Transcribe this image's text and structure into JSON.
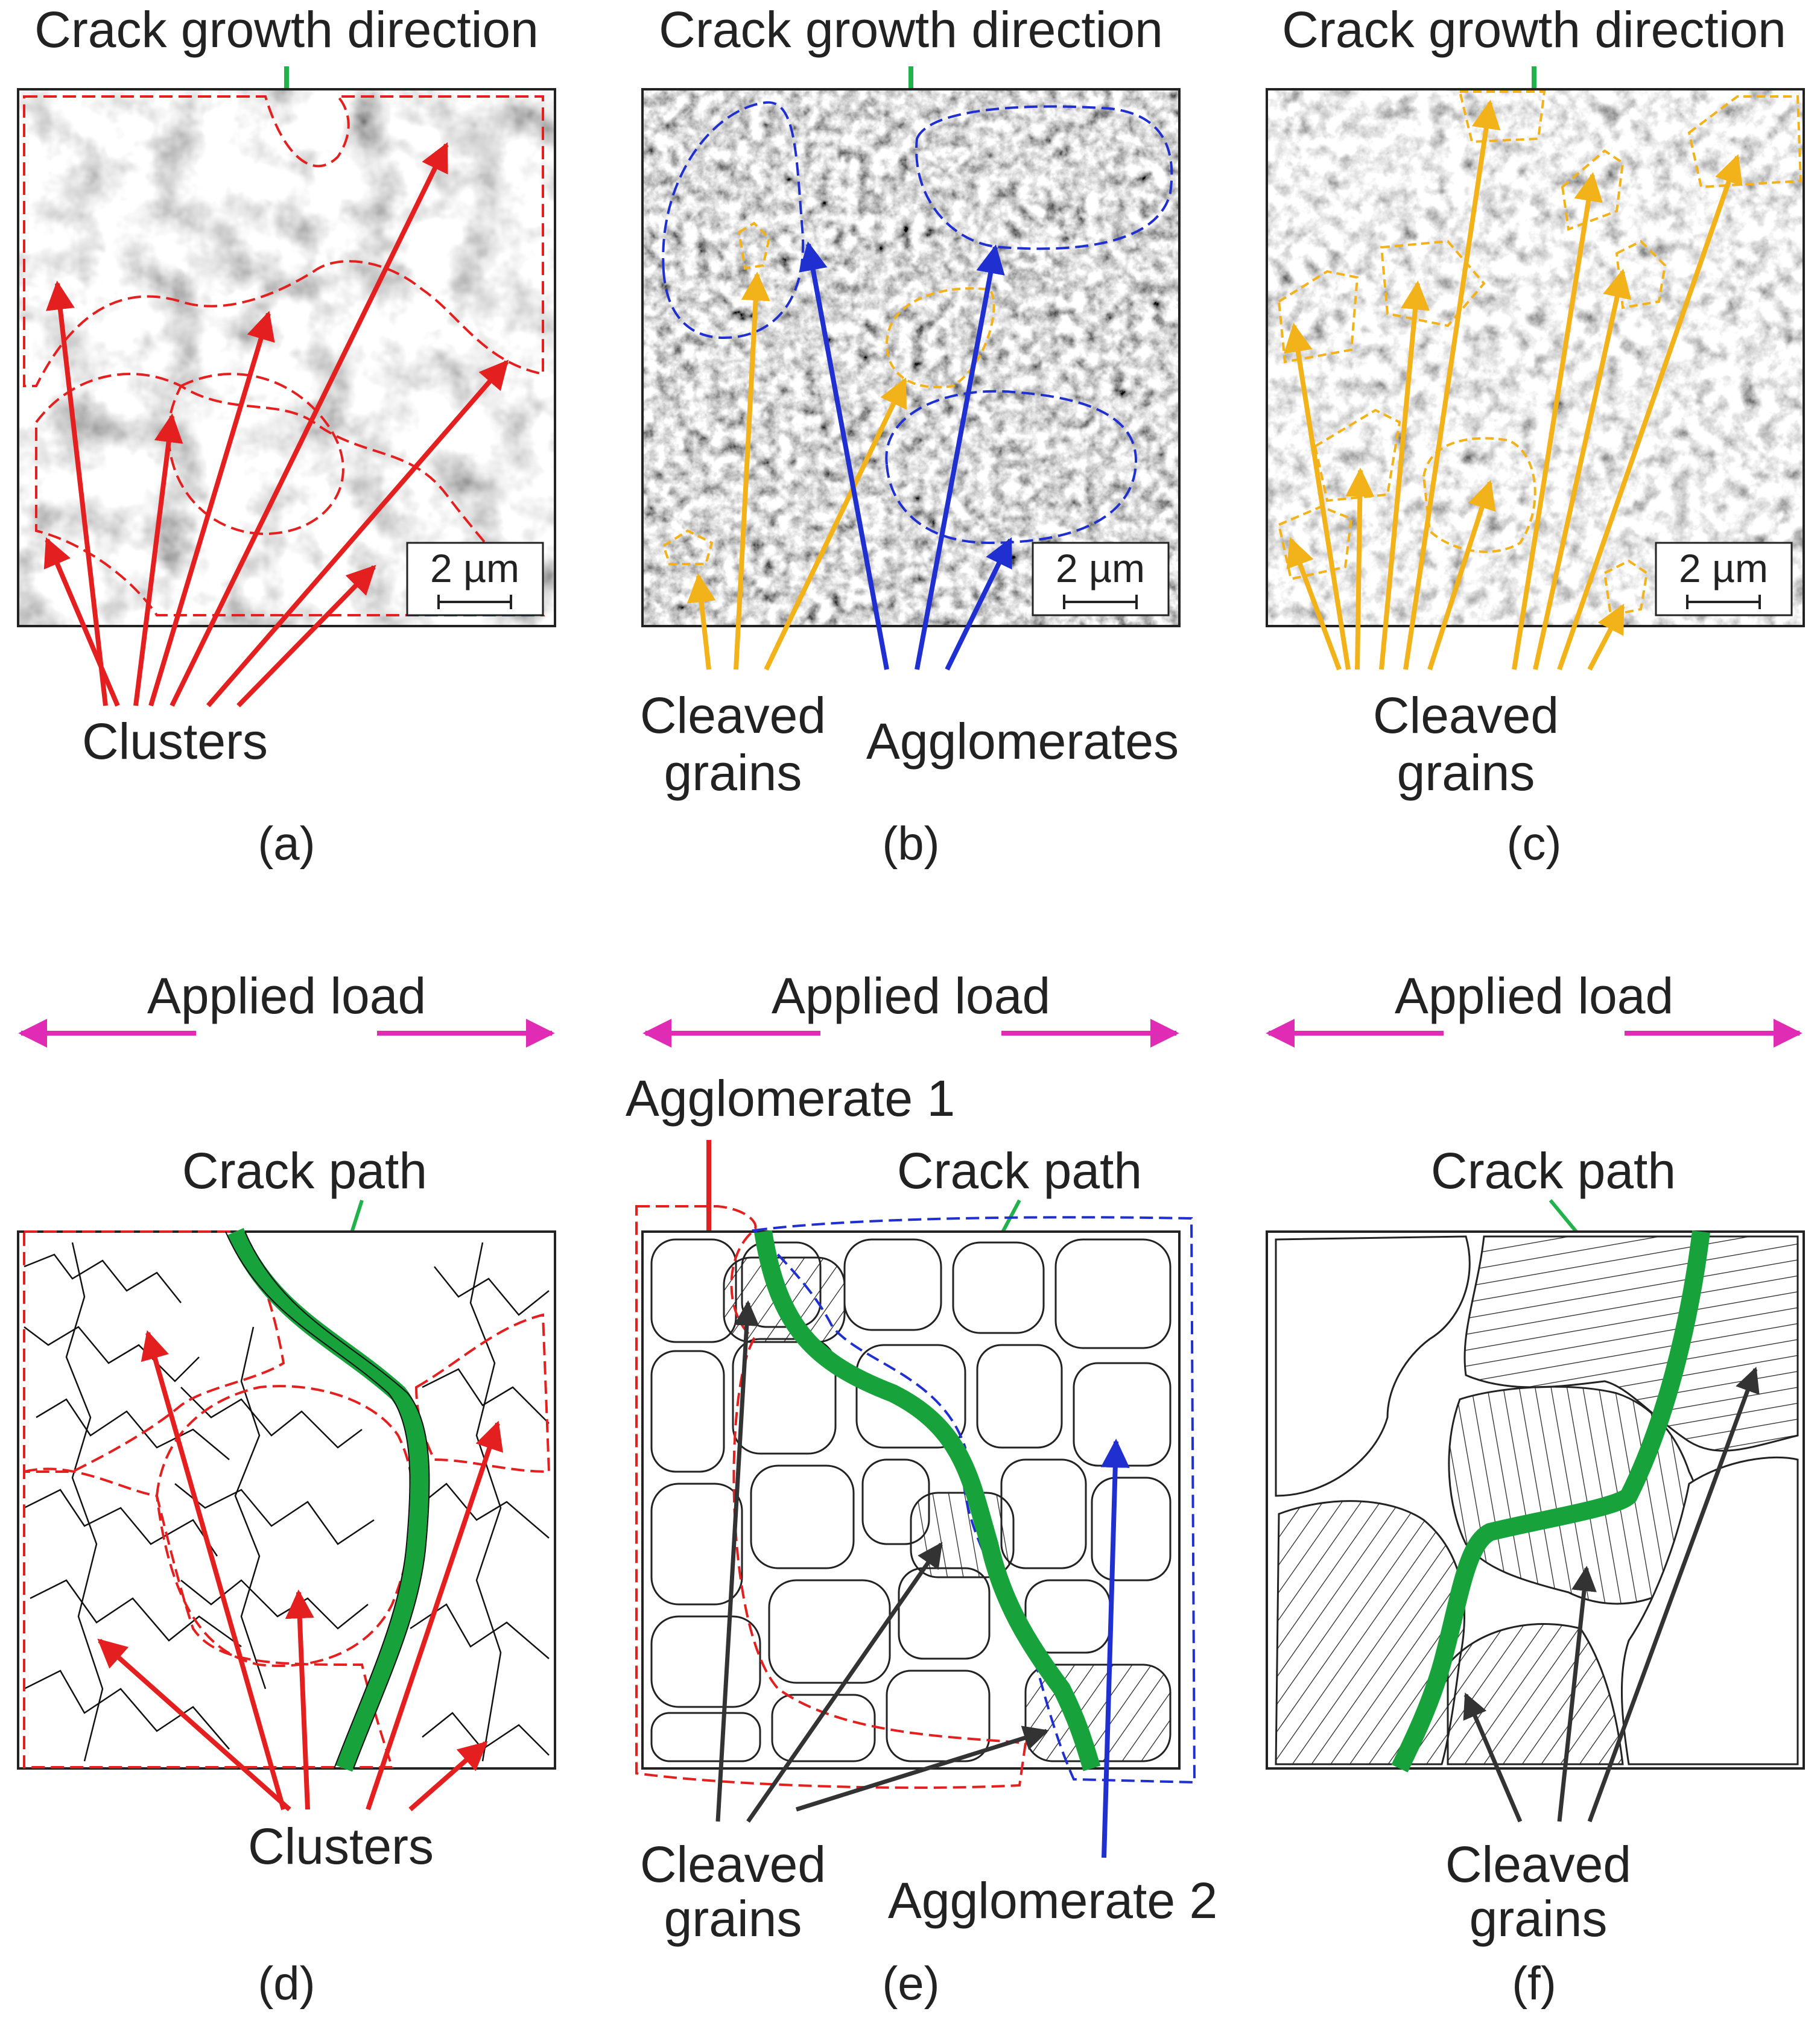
{
  "colors": {
    "cluster": "#e41f1f",
    "agglomerate": "#1f2fd0",
    "cleaved": "#f2b21a",
    "crack_arrow": "#22b24c",
    "crack_path": "#18a23c",
    "load": "#e02bb5",
    "ink": "#222222",
    "gray_arrow": "#333333"
  },
  "icons": {
    "sem": "sem-micrograph-icon",
    "network": "crack-network-icon",
    "grains": "grain-boundary-icon"
  },
  "top": {
    "crack_growth_label": "Crack growth direction",
    "scale_bar": "2 µm",
    "clusters_label": "Clusters",
    "cleaved_label_line1": "Cleaved",
    "cleaved_label_line2": "grains",
    "agglomerates_label": "Agglomerates",
    "captions": [
      "(a)",
      "(b)",
      "(c)"
    ]
  },
  "bottom": {
    "applied_load_label": "Applied load",
    "crack_path_label": "Crack path",
    "clusters_label": "Clusters",
    "agglomerate1_label": "Agglomerate 1",
    "agglomerate2_label": "Agglomerate 2",
    "cleaved_label_line1": "Cleaved",
    "cleaved_label_line2": "grains",
    "captions": [
      "(d)",
      "(e)",
      "(f)"
    ]
  }
}
